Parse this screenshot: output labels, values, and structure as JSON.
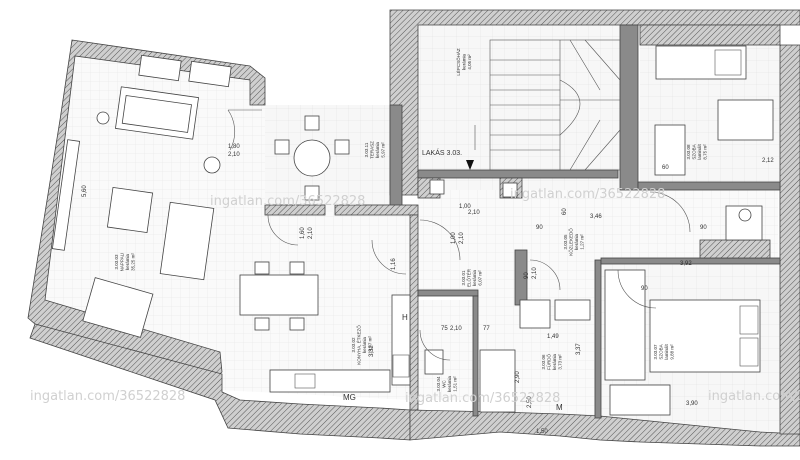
{
  "colors": {
    "wall": "#8a8a8a",
    "line": "#444444",
    "watermark": "#d0d0d0",
    "background": "#ffffff"
  },
  "entrance": {
    "label": "LAKÁS 3.03."
  },
  "rooms": [
    {
      "key": "nappali",
      "lines": [
        "3.03.03",
        "NAPPALI",
        "kerámia",
        "35,25 m²"
      ]
    },
    {
      "key": "terasz",
      "lines": [
        "3.03.11",
        "TERASZ",
        "kerámia",
        "5,97 m²"
      ]
    },
    {
      "key": "konyha",
      "lines": [
        "3.03.02",
        "KONYHA, ÉTKEZŐ",
        "kerámia",
        "14,67 m²"
      ]
    },
    {
      "key": "lepcsohaz",
      "lines": [
        "LÉPCSŐHÁZ",
        "kerámia",
        "4,05 m²"
      ]
    },
    {
      "key": "eloter",
      "lines": [
        "3.03.01",
        "ELŐTÉR",
        "kerámia",
        "6,07 m²"
      ]
    },
    {
      "key": "kozlekedo",
      "lines": [
        "3.03.05",
        "KÖZLEKEDŐ",
        "kerámia",
        "1,27 m²"
      ]
    },
    {
      "key": "szoba1",
      "lines": [
        "3.03.08",
        "SZOBA",
        "laminált",
        "8,75 m²"
      ]
    },
    {
      "key": "szoba2",
      "lines": [
        "3.03.07",
        "SZOBA",
        "laminált",
        "9,88 m²"
      ]
    },
    {
      "key": "furdo",
      "lines": [
        "3.03.06",
        "FÜRDŐ",
        "kerámia",
        "3,73 m²"
      ]
    },
    {
      "key": "wc",
      "lines": [
        "3.03.04",
        "WC",
        "kerámia",
        "1,51 m²"
      ]
    }
  ],
  "dimensions": [
    {
      "key": "d1",
      "text": "1,80"
    },
    {
      "key": "d2",
      "text": "2,10"
    },
    {
      "key": "d3",
      "text": "1,00"
    },
    {
      "key": "d4",
      "text": "2,10"
    },
    {
      "key": "d5",
      "text": "90"
    },
    {
      "key": "d6",
      "text": "90"
    },
    {
      "key": "d7",
      "text": "3,46"
    },
    {
      "key": "d8",
      "text": "3,92"
    },
    {
      "key": "d9",
      "text": "2,12"
    },
    {
      "key": "d10",
      "text": "60"
    },
    {
      "key": "d11",
      "text": "90"
    },
    {
      "key": "d12",
      "text": "77"
    },
    {
      "key": "d13",
      "text": "1,49"
    },
    {
      "key": "d14",
      "text": "3,37"
    },
    {
      "key": "d15",
      "text": "2,90"
    },
    {
      "key": "d16",
      "text": "1,16"
    },
    {
      "key": "d17",
      "text": "1,00"
    },
    {
      "key": "d18",
      "text": "2,10"
    },
    {
      "key": "d19",
      "text": "1,60"
    },
    {
      "key": "d20",
      "text": "2,10"
    },
    {
      "key": "d21",
      "text": "5,60"
    },
    {
      "key": "d22",
      "text": "75"
    },
    {
      "key": "d23",
      "text": "2,10"
    },
    {
      "key": "d24",
      "text": "3,32"
    },
    {
      "key": "d25",
      "text": "3,90"
    },
    {
      "key": "d26",
      "text": "2,50"
    },
    {
      "key": "d27",
      "text": "1,50"
    },
    {
      "key": "d28",
      "text": "60"
    },
    {
      "key": "d29",
      "text": "90"
    },
    {
      "key": "d30",
      "text": "2,10"
    }
  ],
  "appliances": {
    "hood": "H",
    "washer": "MG",
    "mosogep": "M"
  },
  "watermarks": [
    {
      "key": "w1",
      "text": "ingatlan.com/36522828"
    },
    {
      "key": "w2",
      "text": "ingatlan.com/36522828"
    },
    {
      "key": "w3",
      "text": "ingatlan.com/36522828"
    },
    {
      "key": "w4",
      "text": "ingatlan.com/36522828"
    },
    {
      "key": "w5",
      "text": "ingatlan.com/36522828"
    }
  ]
}
